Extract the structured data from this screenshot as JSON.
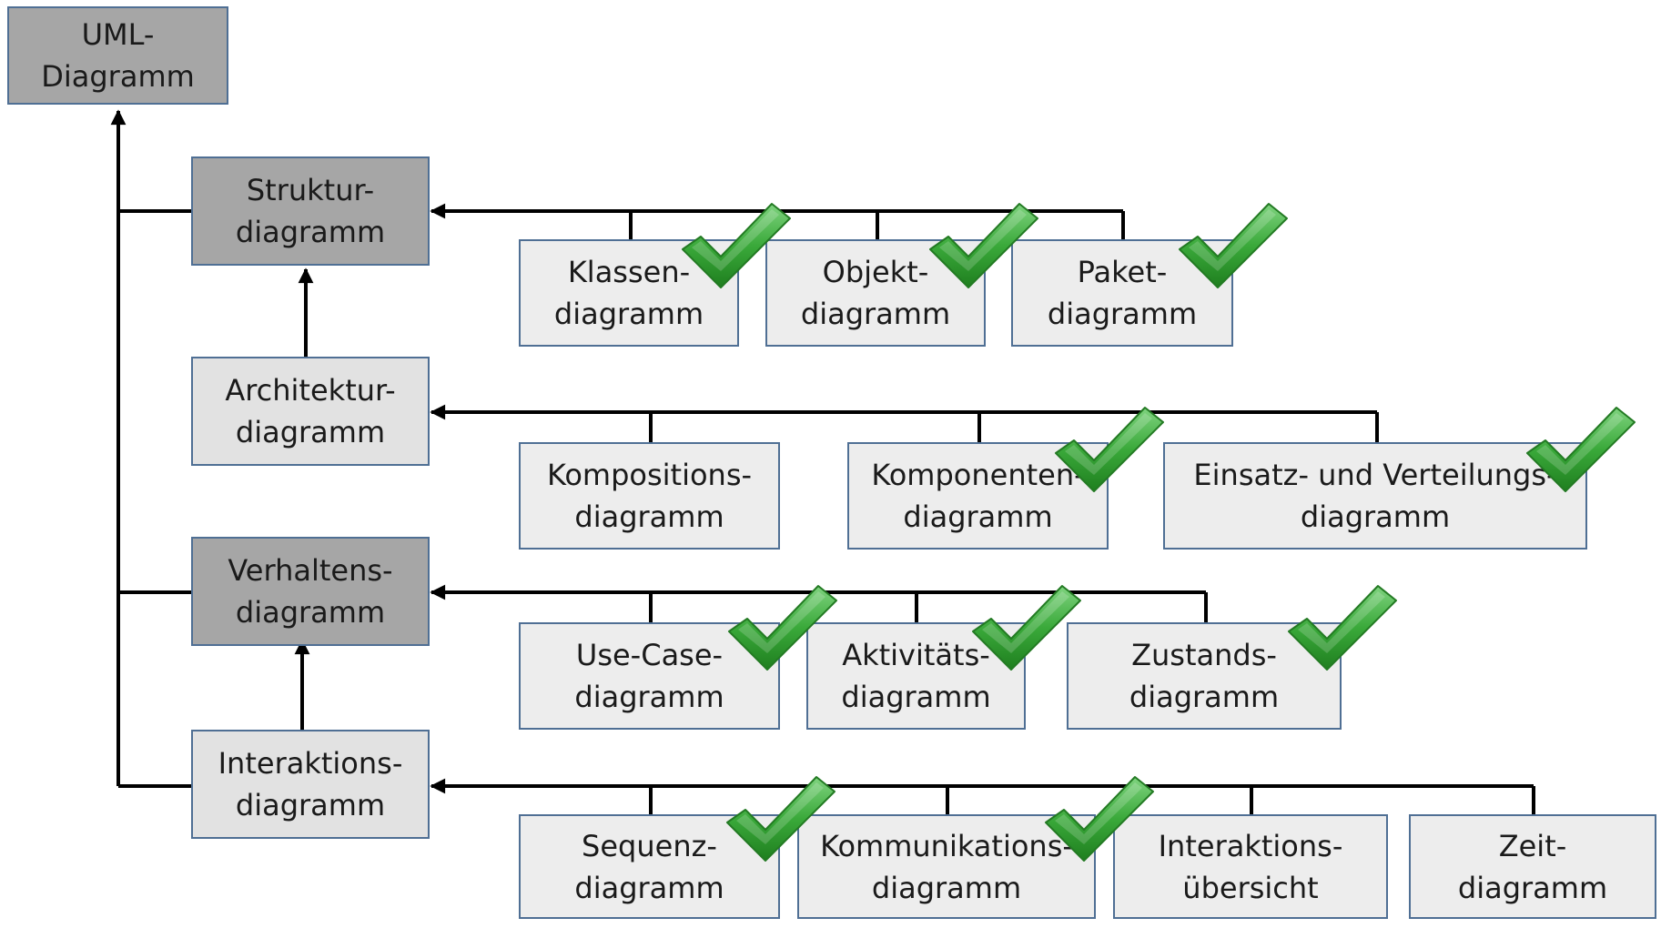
{
  "colors": {
    "category_fill": "#a6a6a6",
    "subcategory_fill": "#e2e2e2",
    "leaf_fill": "#ededed",
    "box_border": "#4f6f94",
    "connector": "#000000",
    "check_green": "#2e9a2e"
  },
  "icons": {
    "check": "checkmark-icon"
  },
  "root": {
    "label": "UML-\nDiagramm"
  },
  "struktur": {
    "label": "Struktur-\ndiagramm",
    "leaves": [
      {
        "label": "Klassen-\ndiagramm",
        "checked": true
      },
      {
        "label": "Objekt-\ndiagramm",
        "checked": true
      },
      {
        "label": "Paket-\ndiagramm",
        "checked": true
      }
    ]
  },
  "architektur": {
    "label": "Architektur-\ndiagramm",
    "leaves": [
      {
        "label": "Kompositions-\ndiagramm",
        "checked": false
      },
      {
        "label": "Komponenten-\ndiagramm",
        "checked": true
      },
      {
        "label": "Einsatz- und Verteilungs-\ndiagramm",
        "checked": true
      }
    ]
  },
  "verhalten": {
    "label": "Verhaltens-\ndiagramm",
    "leaves": [
      {
        "label": "Use-Case-\ndiagramm",
        "checked": true
      },
      {
        "label": "Aktivitäts-\ndiagramm",
        "checked": true
      },
      {
        "label": "Zustands-\ndiagramm",
        "checked": true
      }
    ]
  },
  "interaktion": {
    "label": "Interaktions-\ndiagramm",
    "leaves": [
      {
        "label": "Sequenz-\ndiagramm",
        "checked": true
      },
      {
        "label": "Kommunikations-\ndiagramm",
        "checked": true
      },
      {
        "label": "Interaktions-\nübersicht",
        "checked": false
      },
      {
        "label": "Zeit-\ndiagramm",
        "checked": false
      }
    ]
  }
}
